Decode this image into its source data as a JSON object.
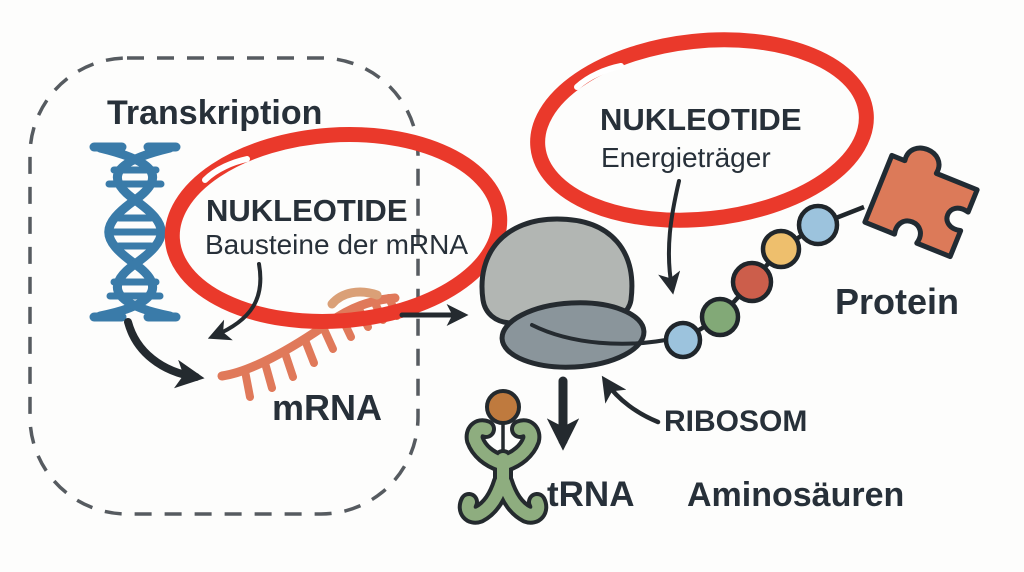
{
  "labels": {
    "transcription": "Transkription",
    "mrna": "mRNA",
    "ribosome": "RIBOSOM",
    "trna": "tRNA",
    "amino_acids": "Aminosäuren",
    "protein": "Protein"
  },
  "callouts": [
    {
      "title": "NUKLEOTIDE",
      "subtitle": "Bausteine der mRNA"
    },
    {
      "title": "NUKLEOTIDE",
      "subtitle": "Energieträger"
    }
  ],
  "colors": {
    "ink": "#242a2f",
    "text": "#273039",
    "red_marker": "#ea392b",
    "dashed_border": "#565b60",
    "dna_blue": "#3a7ba9",
    "mrna_salmon": "#e0795a",
    "mrna_highlight": "#daa077",
    "ribosome_light": "#b2b6b3",
    "ribosome_dark": "#8a959b",
    "bead_blue": "#9cc3dd",
    "bead_green": "#82a977",
    "bead_red": "#cc5e4b",
    "bead_yellow": "#eebf6d",
    "puzzle_salmon": "#dc7a59",
    "trna_green": "#8ead7f",
    "amino_brown": "#bf7a3e",
    "background": "#fdfdfc"
  }
}
